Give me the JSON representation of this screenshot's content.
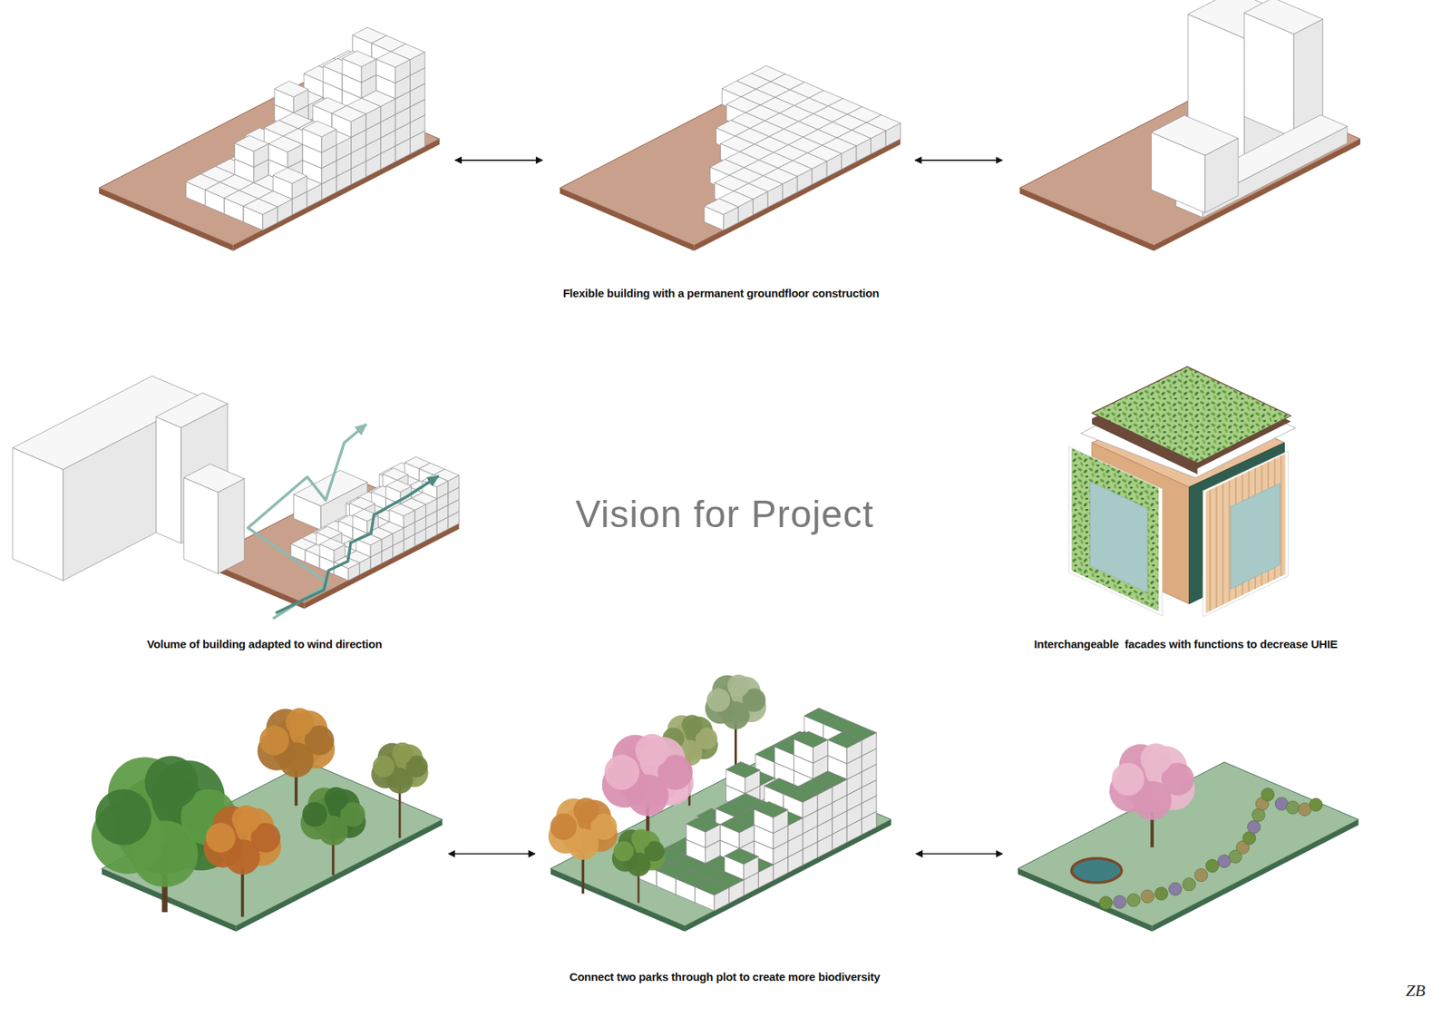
{
  "diagram": {
    "title": "Vision for Project",
    "labels": [
      "Flexible building with a permanent groundfloor construction",
      "Volume of building adapted to wind direction",
      "Interchangeable  facades with functions to decrease UHIE",
      "Connect two parks through plot to create more biodiversity",
      "ZB"
    ]
  }
}
